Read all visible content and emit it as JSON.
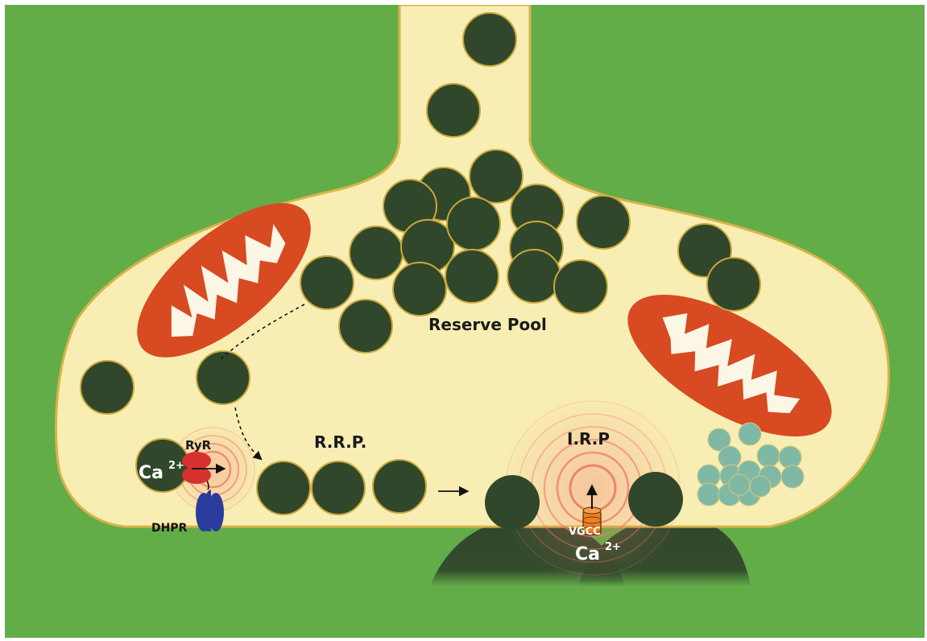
{
  "labels": {
    "reserve_pool": "Reserve Pool",
    "rrp": "R.R.P.",
    "irp": "I.R.P",
    "ryr": "RyR",
    "dhpr": "DHPR",
    "vgcc": "VGCC",
    "ca_left_base": "Ca",
    "ca_left_sup": "2+",
    "ca_right_base": "Ca",
    "ca_right_sup": "2+"
  },
  "colors": {
    "background": "#62ad48",
    "terminal": "#f8eeb4",
    "terminal_edge": "#d8b34a",
    "vesicle": "#31472b",
    "vesicle_edge": "#c9a93a",
    "mitochondrion": "#d74a22",
    "cristae": "#fbf6e6",
    "ryr": "#d7312f",
    "dhpr": "#2a3d9e",
    "vgcc": "#f08020",
    "small_vesicle": "#7fb9a6",
    "ripple": "#f07a6a"
  }
}
